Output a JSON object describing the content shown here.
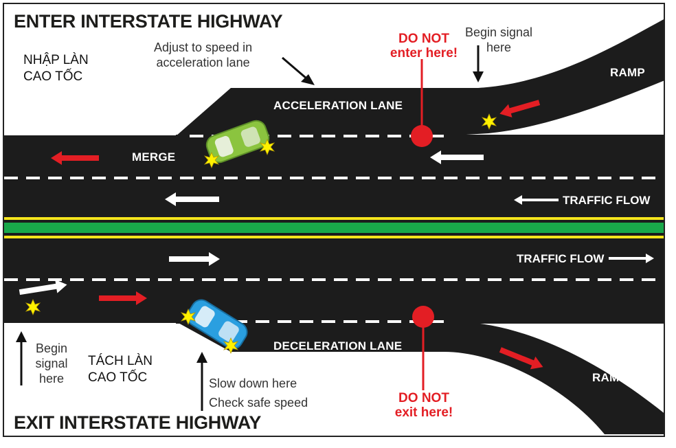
{
  "top": {
    "title": "ENTER INTERSTATE HIGHWAY",
    "vn_label_line1": "NHẬP LÀN",
    "vn_label_line2": "CAO TỐC",
    "adjust_note_line1": "Adjust to speed in",
    "adjust_note_line2": "acceleration lane",
    "do_not_line1": "DO NOT",
    "do_not_line2": "enter here!",
    "begin_signal_line1": "Begin signal",
    "begin_signal_line2": "here",
    "ramp": "RAMP",
    "acceleration_lane": "ACCELERATION LANE",
    "merge": "MERGE",
    "traffic_flow": "TRAFFIC FLOW"
  },
  "bottom": {
    "title": "EXIT INTERSTATE HIGHWAY",
    "vn_label_line1": "TÁCH LÀN",
    "vn_label_line2": "CAO TỐC",
    "begin_signal_line1": "Begin",
    "begin_signal_line2": "signal",
    "begin_signal_line3": "here",
    "slow_down": "Slow down here",
    "check_speed": "Check safe speed",
    "do_not_line1": "DO NOT",
    "do_not_line2": "exit here!",
    "ramp": "RAMP",
    "deceleration_lane": "DECELERATION LANE",
    "traffic_flow": "TRAFFIC FLOW"
  },
  "colors": {
    "road": "#1c1c1c",
    "lane_marking": "#ffffff",
    "center_yellow": "#f5e51c",
    "median_green": "#19a84a",
    "stop_red": "#e31e24",
    "car_green": "#8bc43f",
    "car_blue": "#2a9fe0",
    "signal_yellow": "#fff200"
  }
}
